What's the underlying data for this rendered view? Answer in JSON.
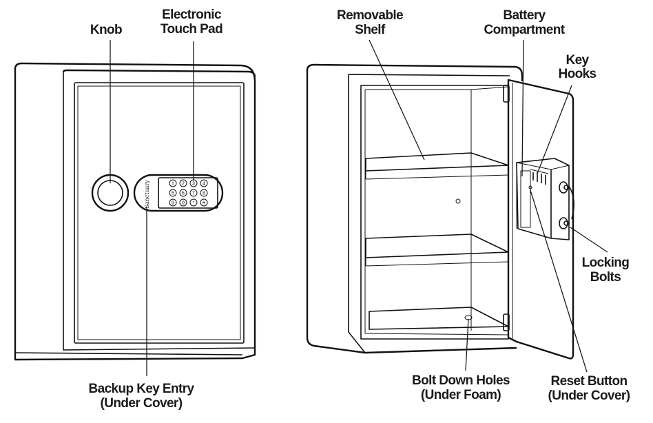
{
  "labels": {
    "knob": [
      "Knob"
    ],
    "touch_pad": [
      "Electronic",
      "Touch Pad"
    ],
    "backup_key": [
      "Backup Key Entry",
      "(Under Cover)"
    ],
    "shelf": [
      "Removable",
      "Shelf"
    ],
    "battery": [
      "Battery",
      "Compartment"
    ],
    "key_hooks": [
      "Key",
      "Hooks"
    ],
    "locking_bolts": [
      "Locking",
      "Bolts"
    ],
    "bolt_holes": [
      "Bolt Down Holes",
      "(Under Foam)"
    ],
    "reset_button": [
      "Reset Button",
      "(Under Cover)"
    ]
  },
  "keypad": {
    "brand": "Sanctuary",
    "keys": [
      "1",
      "2",
      "3",
      "4",
      "5",
      "6",
      "7",
      "8",
      "9",
      "0",
      "*",
      "#"
    ]
  }
}
